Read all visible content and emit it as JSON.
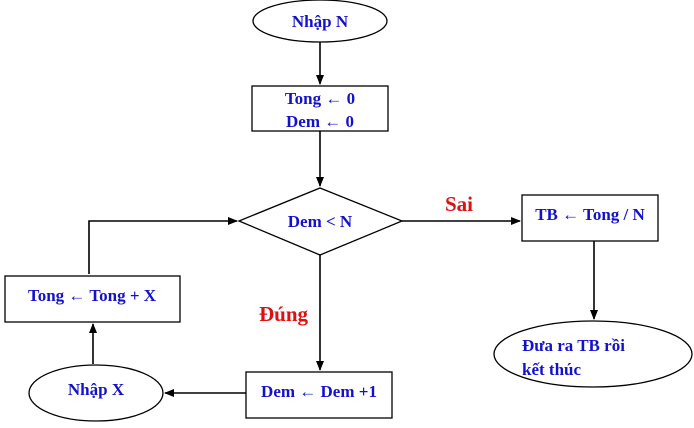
{
  "colors": {
    "text": "#1212cc",
    "label": "#dd1111",
    "stroke": "#000000",
    "fill": "#ffffff"
  },
  "nodes": {
    "input_n": "Nhập  N",
    "init_line1": "Tong ← 0",
    "init_line2": "Dem ← 0",
    "condition": "Dem < N",
    "average": "TB ← Tong  / N",
    "output_line1": "Đưa ra TB rồi",
    "output_line2": "kết thúc",
    "increment": "Dem ← Dem +1",
    "input_x": "Nhập  X",
    "accumulate": "Tong  ← Tong + X"
  },
  "edge_labels": {
    "false_branch": "Sai",
    "true_branch": "Đúng"
  }
}
